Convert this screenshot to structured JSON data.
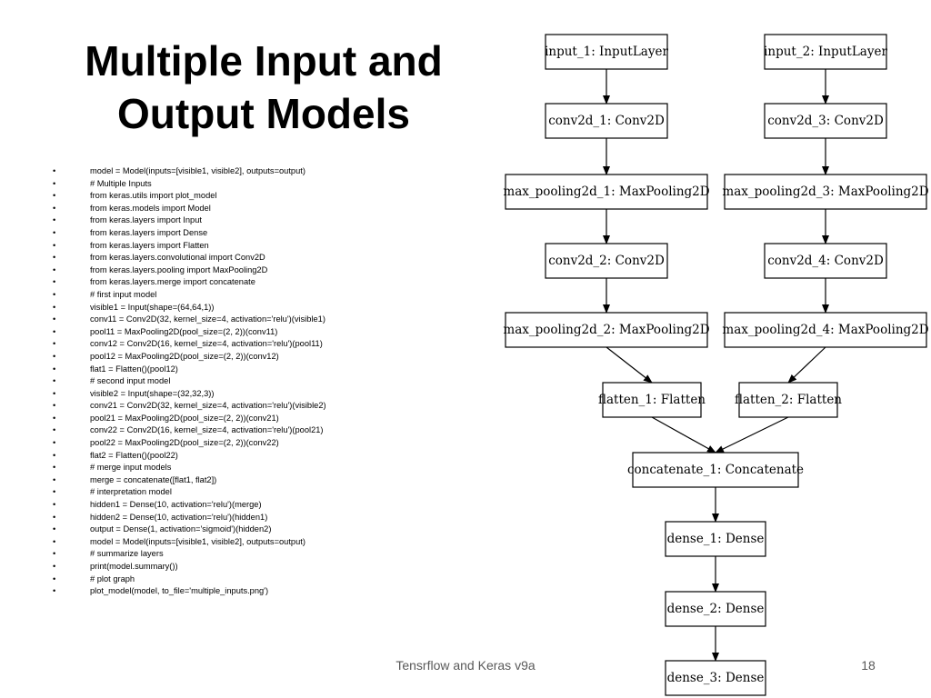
{
  "title_lines": [
    "Multiple Input and",
    "Output Models"
  ],
  "bullet_char": "•",
  "code_lines": [
    "model = Model(inputs=[visible1, visible2], outputs=output)",
    "# Multiple Inputs",
    "from keras.utils import plot_model",
    "from keras.models import Model",
    "from keras.layers import Input",
    "from keras.layers import Dense",
    "from keras.layers import Flatten",
    "from keras.layers.convolutional import Conv2D",
    "from keras.layers.pooling import MaxPooling2D",
    "from keras.layers.merge import concatenate",
    "# first input model",
    "visible1 = Input(shape=(64,64,1))",
    "conv11 = Conv2D(32, kernel_size=4, activation='relu')(visible1)",
    "pool11 = MaxPooling2D(pool_size=(2, 2))(conv11)",
    "conv12 = Conv2D(16, kernel_size=4, activation='relu')(pool11)",
    "pool12 = MaxPooling2D(pool_size=(2, 2))(conv12)",
    "flat1 = Flatten()(pool12)",
    "# second input model",
    "visible2 = Input(shape=(32,32,3))",
    "conv21 = Conv2D(32, kernel_size=4, activation='relu')(visible2)",
    "pool21 = MaxPooling2D(pool_size=(2, 2))(conv21)",
    "conv22 = Conv2D(16, kernel_size=4, activation='relu')(pool21)",
    "pool22 = MaxPooling2D(pool_size=(2, 2))(conv22)",
    "flat2 = Flatten()(pool22)",
    "# merge input models",
    "merge = concatenate([flat1, flat2])",
    "# interpretation model",
    "hidden1 = Dense(10, activation='relu')(merge)",
    "hidden2 = Dense(10, activation='relu')(hidden1)",
    "output = Dense(1, activation='sigmoid')(hidden2)",
    "model = Model(inputs=[visible1, visible2], outputs=output)",
    "# summarize layers",
    "print(model.summary())",
    "# plot graph",
    "plot_model(model, to_file='multiple_inputs.png')"
  ],
  "diagram": {
    "nodes": [
      {
        "id": "input_1",
        "label": "input_1: InputLayer"
      },
      {
        "id": "conv2d_1",
        "label": "conv2d_1: Conv2D"
      },
      {
        "id": "max_pooling2d_1",
        "label": "max_pooling2d_1: MaxPooling2D"
      },
      {
        "id": "conv2d_2",
        "label": "conv2d_2: Conv2D"
      },
      {
        "id": "max_pooling2d_2",
        "label": "max_pooling2d_2: MaxPooling2D"
      },
      {
        "id": "flatten_1",
        "label": "flatten_1: Flatten"
      },
      {
        "id": "input_2",
        "label": "input_2: InputLayer"
      },
      {
        "id": "conv2d_3",
        "label": "conv2d_3: Conv2D"
      },
      {
        "id": "max_pooling2d_3",
        "label": "max_pooling2d_3: MaxPooling2D"
      },
      {
        "id": "conv2d_4",
        "label": "conv2d_4: Conv2D"
      },
      {
        "id": "max_pooling2d_4",
        "label": "max_pooling2d_4: MaxPooling2D"
      },
      {
        "id": "flatten_2",
        "label": "flatten_2: Flatten"
      },
      {
        "id": "concatenate_1",
        "label": "concatenate_1: Concatenate"
      },
      {
        "id": "dense_1",
        "label": "dense_1: Dense"
      },
      {
        "id": "dense_2",
        "label": "dense_2: Dense"
      },
      {
        "id": "dense_3",
        "label": "dense_3: Dense"
      }
    ],
    "edges": [
      [
        "input_1",
        "conv2d_1"
      ],
      [
        "conv2d_1",
        "max_pooling2d_1"
      ],
      [
        "max_pooling2d_1",
        "conv2d_2"
      ],
      [
        "conv2d_2",
        "max_pooling2d_2"
      ],
      [
        "max_pooling2d_2",
        "flatten_1"
      ],
      [
        "input_2",
        "conv2d_3"
      ],
      [
        "conv2d_3",
        "max_pooling2d_3"
      ],
      [
        "max_pooling2d_3",
        "conv2d_4"
      ],
      [
        "conv2d_4",
        "max_pooling2d_4"
      ],
      [
        "max_pooling2d_4",
        "flatten_2"
      ],
      [
        "flatten_1",
        "concatenate_1"
      ],
      [
        "flatten_2",
        "concatenate_1"
      ],
      [
        "concatenate_1",
        "dense_1"
      ],
      [
        "dense_1",
        "dense_2"
      ],
      [
        "dense_2",
        "dense_3"
      ]
    ]
  },
  "footer": {
    "center_text": "Tensrflow and Keras v9a",
    "page_number": "18"
  }
}
